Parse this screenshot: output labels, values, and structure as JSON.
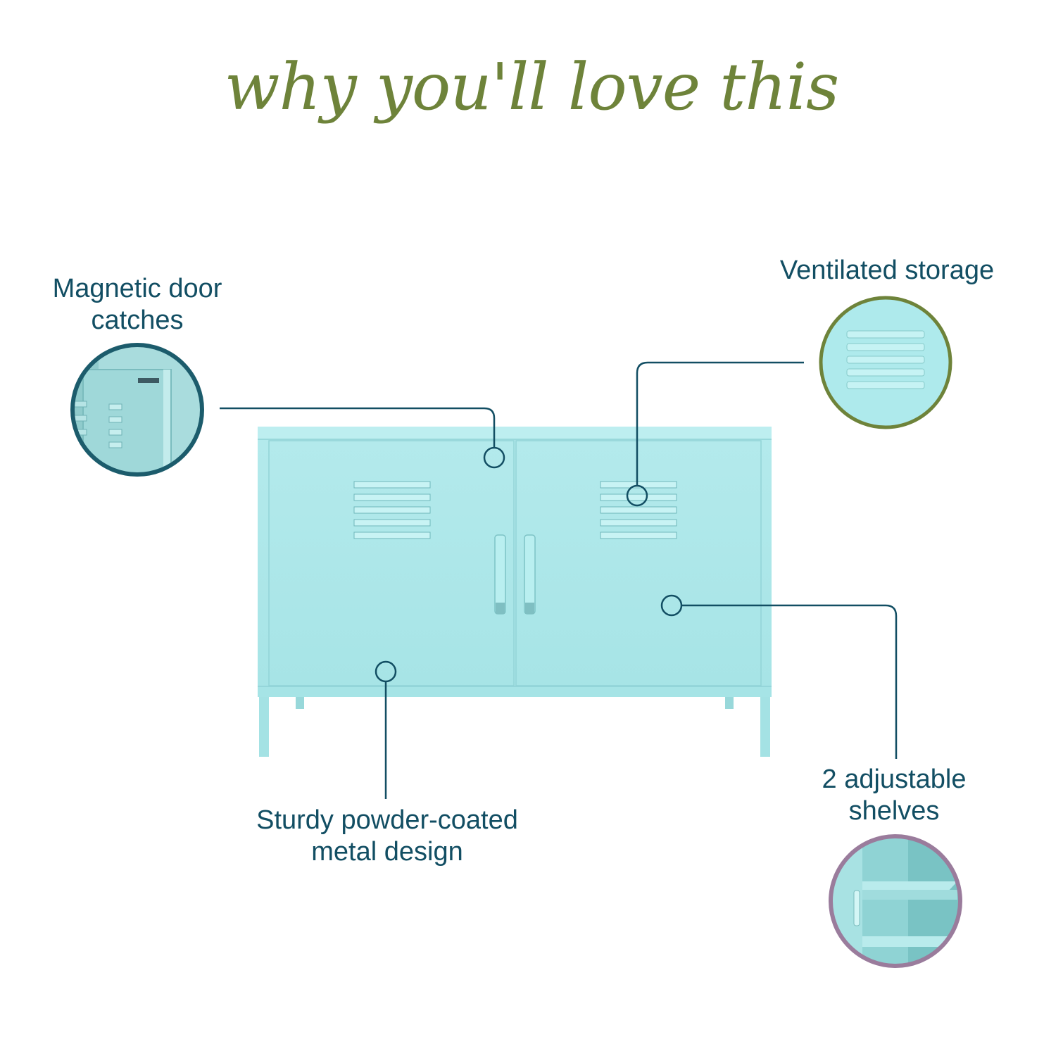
{
  "headline": "why you'll love this",
  "features": {
    "magnetic": {
      "line1": "Magnetic door",
      "line2": "catches"
    },
    "ventilated": {
      "line1": "Ventilated storage"
    },
    "metal": {
      "line1": "Sturdy powder-coated",
      "line2": "metal design"
    },
    "shelves": {
      "line1": "2 adjustable",
      "line2": "shelves"
    }
  },
  "colors": {
    "headline": "#6e833a",
    "label_text": "#124e63",
    "cabinet": "#aee8ea",
    "ring_magnetic": "#1c5c6c",
    "ring_ventilated": "#6e833a",
    "ring_shelves": "#9a7c9c"
  },
  "icons": [
    "cabinet-illustration",
    "vent-detail-icon",
    "door-catch-detail-icon",
    "shelf-detail-icon"
  ]
}
